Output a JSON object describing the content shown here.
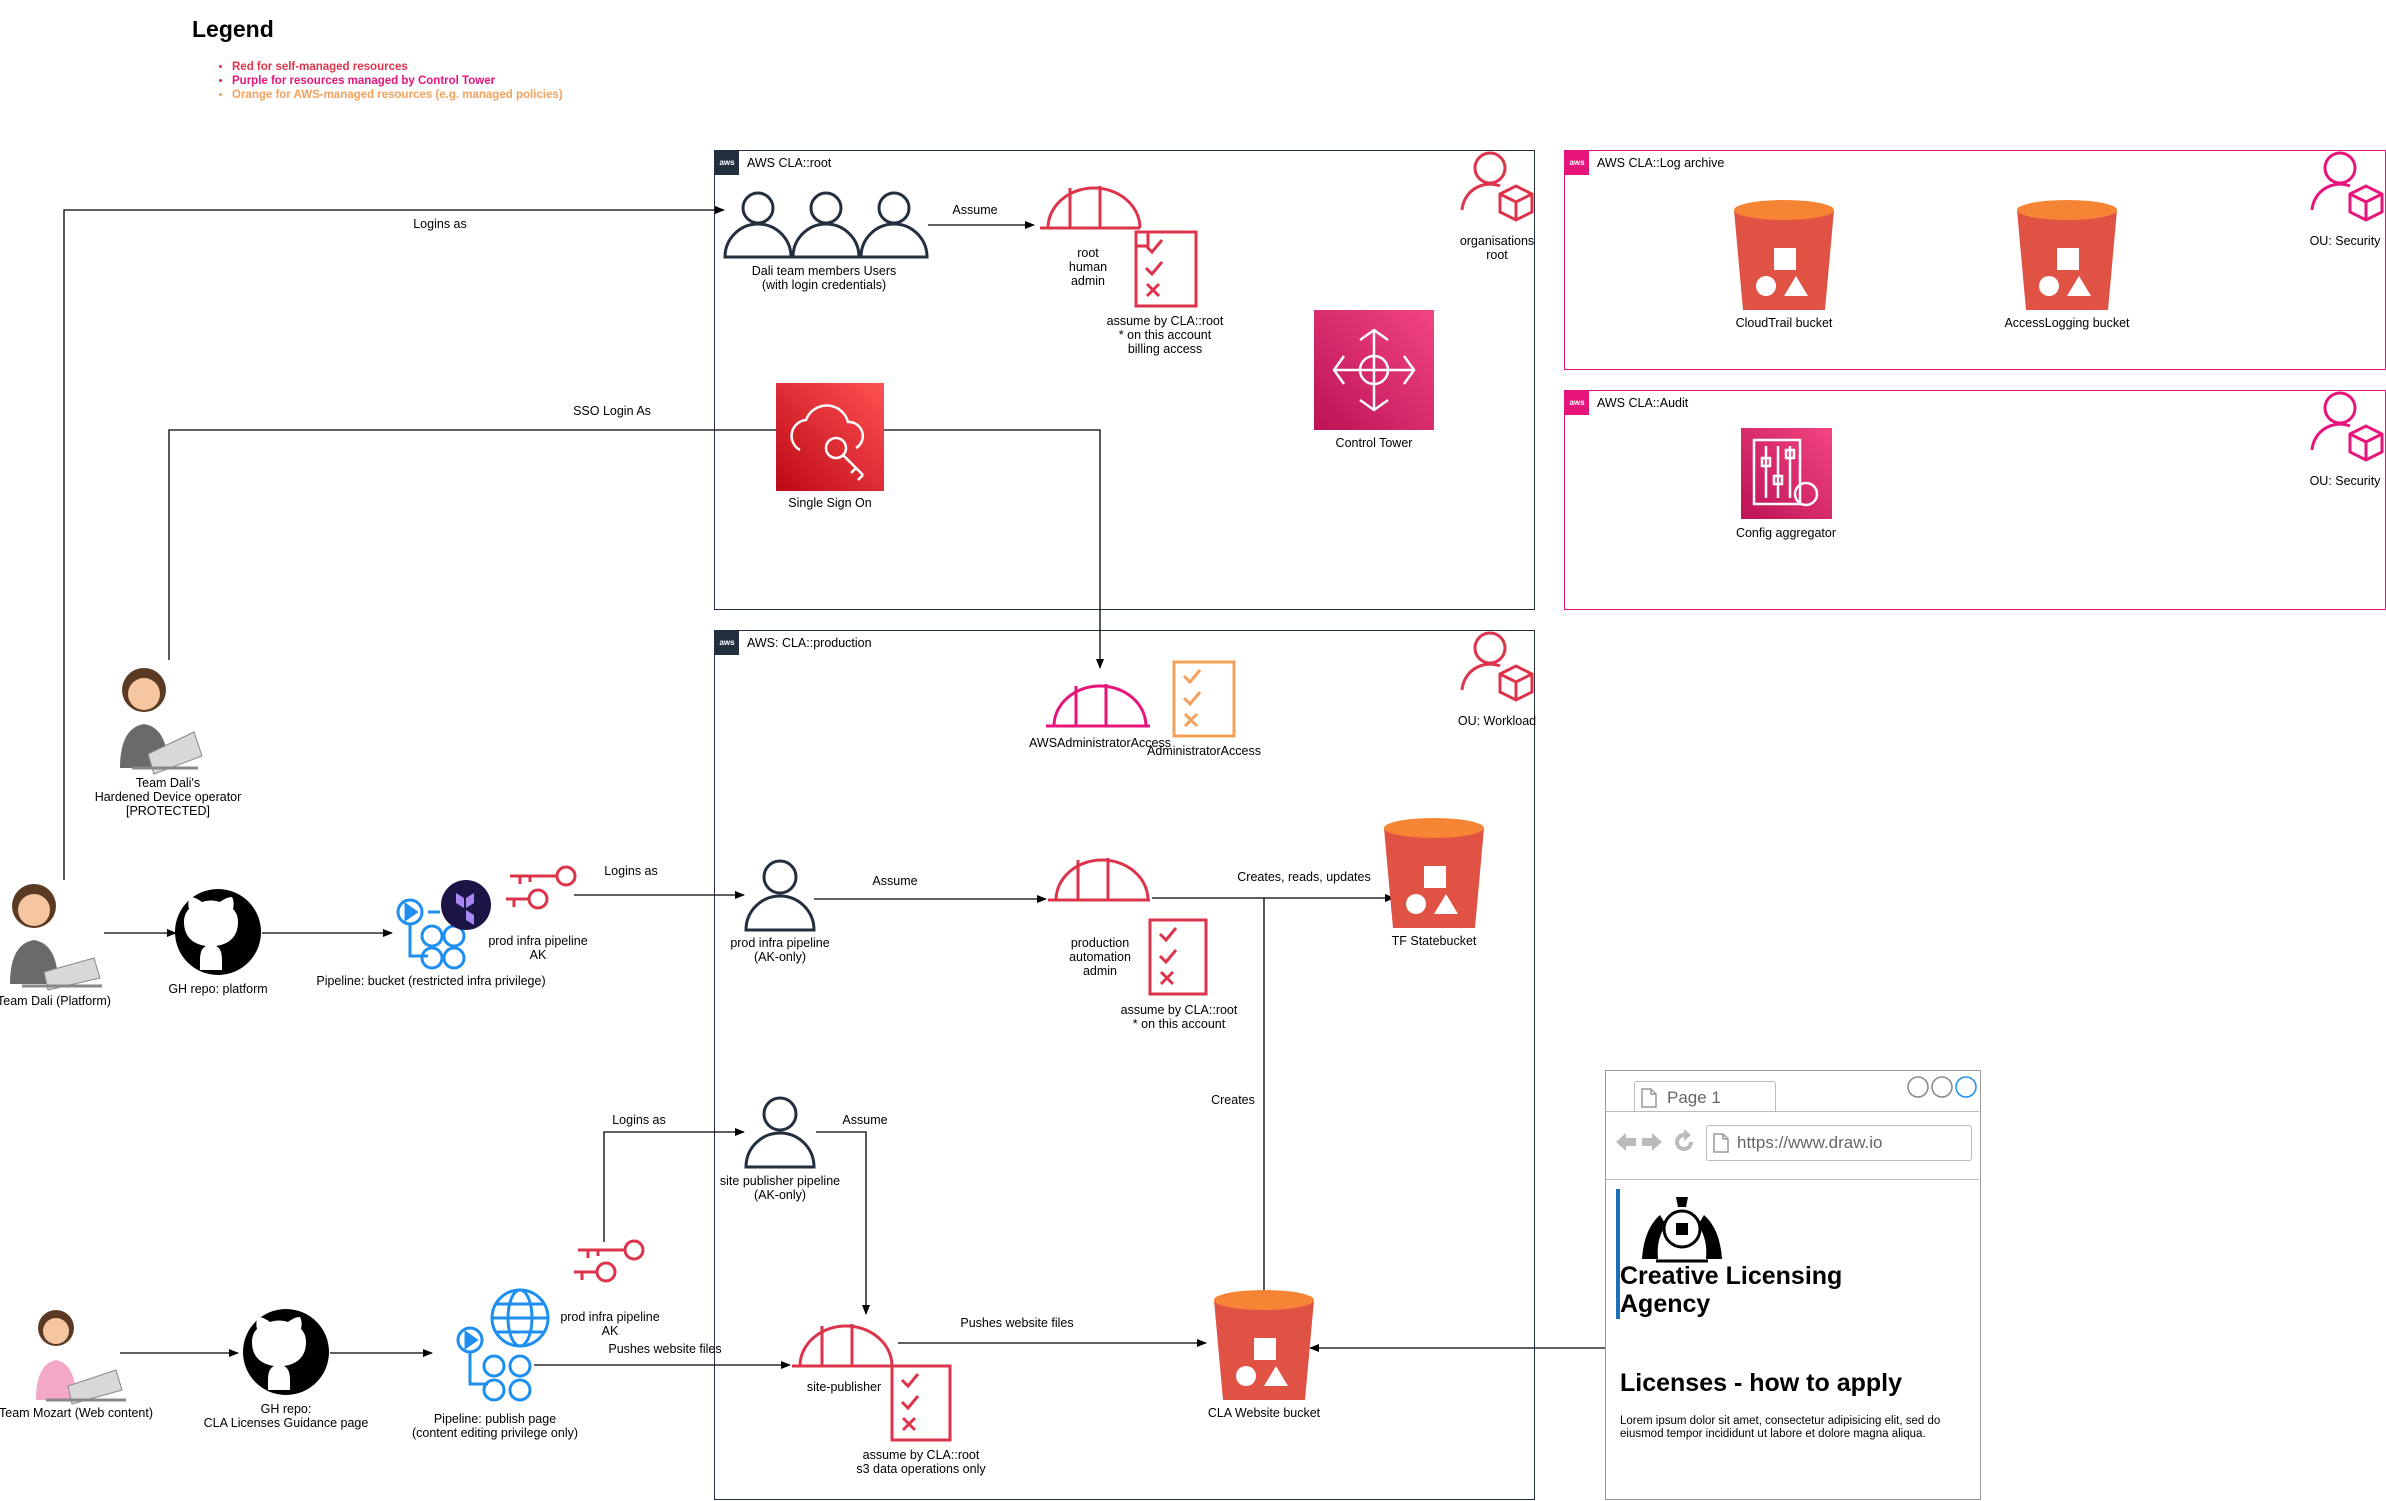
{
  "legend": {
    "title": "Legend",
    "items": [
      {
        "text": "Red for self-managed resources",
        "color": "#dd344c"
      },
      {
        "text": "Purple for resources managed by Control Tower",
        "color": "#e7157b"
      },
      {
        "text": "Orange for AWS-managed resources (e.g. managed policies)",
        "color": "#f5a05a"
      }
    ]
  },
  "groups": {
    "root": "AWS CLA::root",
    "production": "AWS: CLA::production",
    "log_archive": "AWS CLA::Log archive",
    "audit": "AWS CLA::Audit"
  },
  "nodes": {
    "dali_users": "Dali team members Users\n(with login credentials)",
    "root_admin": "root\nhuman\nadmin",
    "root_policy": "assume by CLA::root\n* on this account\nbilling access",
    "org_root": "organisations\nroot",
    "control_tower": "Control Tower",
    "sso": "Single Sign On",
    "cloudtrail": "CloudTrail bucket",
    "access_logging": "AccessLogging bucket",
    "ou_security_1": "OU: Security",
    "ou_security_2": "OU: Security",
    "config_aggregator": "Config aggregator",
    "ou_workload": "OU: Workload",
    "aws_admin_access": "AWSAdministratorAccess",
    "administrator_access": "AdministratorAccess",
    "hardened_operator": "Team Dali's\nHardened Device operator\n[PROTECTED]",
    "team_dali": "Team Dali (Platform)",
    "gh_platform": "GH repo: platform",
    "pipeline_bucket": "Pipeline: bucket (restricted infra privilege)",
    "prod_infra_ak": "prod infra pipeline\nAK",
    "prod_infra_user": "prod infra pipeline\n(AK-only)",
    "prod_automation": "production\nautomation\nadmin",
    "prod_policy": "assume by CLA::root\n* on this account",
    "tf_statebucket": "TF Statebucket",
    "site_publisher_user": "site publisher pipeline\n(AK-only)",
    "site_publisher_role": "site-publisher",
    "site_policy": "assume by CLA::root\ns3 data operations only",
    "cla_website_bucket": "CLA Website bucket",
    "team_mozart": "Team Mozart (Web content)",
    "gh_guidance": "GH repo:\nCLA Licenses Guidance page",
    "pipeline_publish": "Pipeline: publish page\n(content editing privilege only)",
    "prod_infra_ak_2": "prod infra pipeline\nAK"
  },
  "edges": {
    "logins_as_1": "Logins as",
    "assume_1": "Assume",
    "sso_login": "SSO Login As",
    "logins_as_2": "Logins as",
    "assume_2": "Assume",
    "creates_reads": "Creates, reads, updates",
    "creates": "Creates",
    "logins_as_3": "Logins as",
    "assume_3": "Assume",
    "pushes_1": "Pushes website files",
    "pushes_2": "Pushes website files"
  },
  "browser": {
    "tab": "Page 1",
    "url": "https://www.draw.io",
    "title": "Creative Licensing Agency",
    "heading": "Licenses - how to apply",
    "body": "Lorem ipsum dolor sit amet, consectetur adipisicing elit, sed do eiusmod tempor incididunt ut labore et dolore magna aliqua."
  },
  "colors": {
    "red": "#dd344c",
    "pink": "#e7157b",
    "orange": "#f5a05a",
    "navy": "#232f3e",
    "bucket": "#e05243",
    "blue": "#1f8ef1"
  }
}
